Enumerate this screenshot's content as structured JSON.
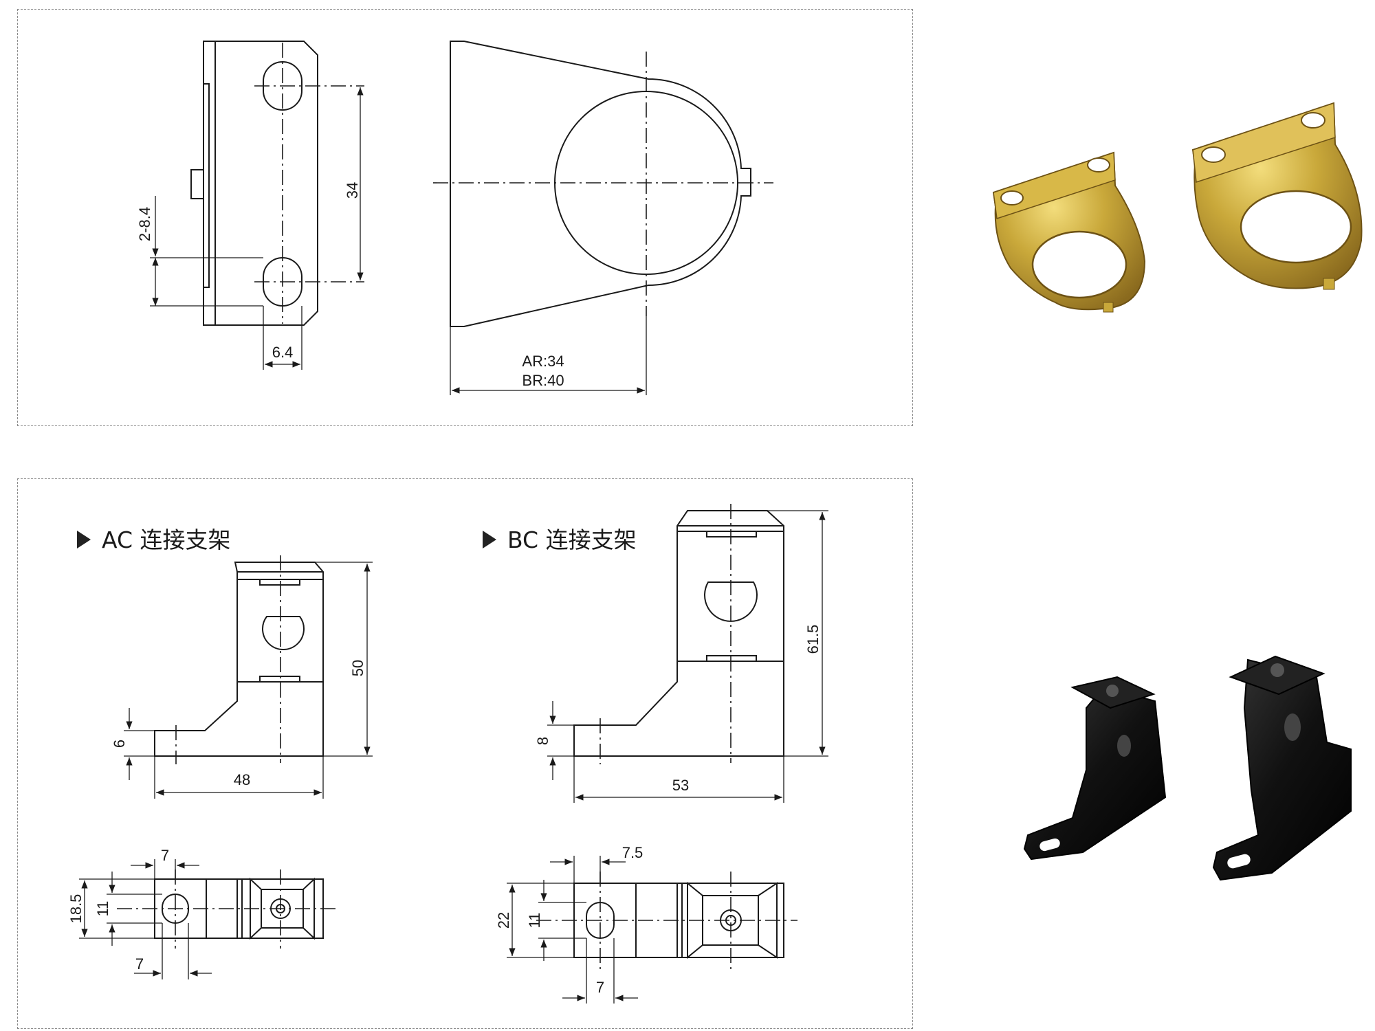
{
  "top_drawing": {
    "dim_slot_spacing": "34",
    "dim_slot_size": "2-8.4",
    "dim_slot_width": "6.4",
    "dim_ar": "AR:34",
    "dim_br": "BR:40"
  },
  "ac_bracket": {
    "title": "AC 连接支架",
    "dim_height": "50",
    "dim_base_thickness": "6",
    "dim_length": "48",
    "dim_width": "18.5",
    "dim_slot_len": "11",
    "dim_slot_top": "7",
    "dim_slot_bottom": "7"
  },
  "bc_bracket": {
    "title": "BC 连接支架",
    "dim_height": "61.5",
    "dim_base_thickness": "8",
    "dim_length": "53",
    "dim_width": "22",
    "dim_slot_len": "11",
    "dim_slot_top": "7.5",
    "dim_slot_bottom": "7"
  },
  "colors": {
    "line": "#1a1a1a",
    "panel_border": "#8a8a8a",
    "brass_metal": "#c9a83a",
    "black_plastic": "#111111"
  }
}
